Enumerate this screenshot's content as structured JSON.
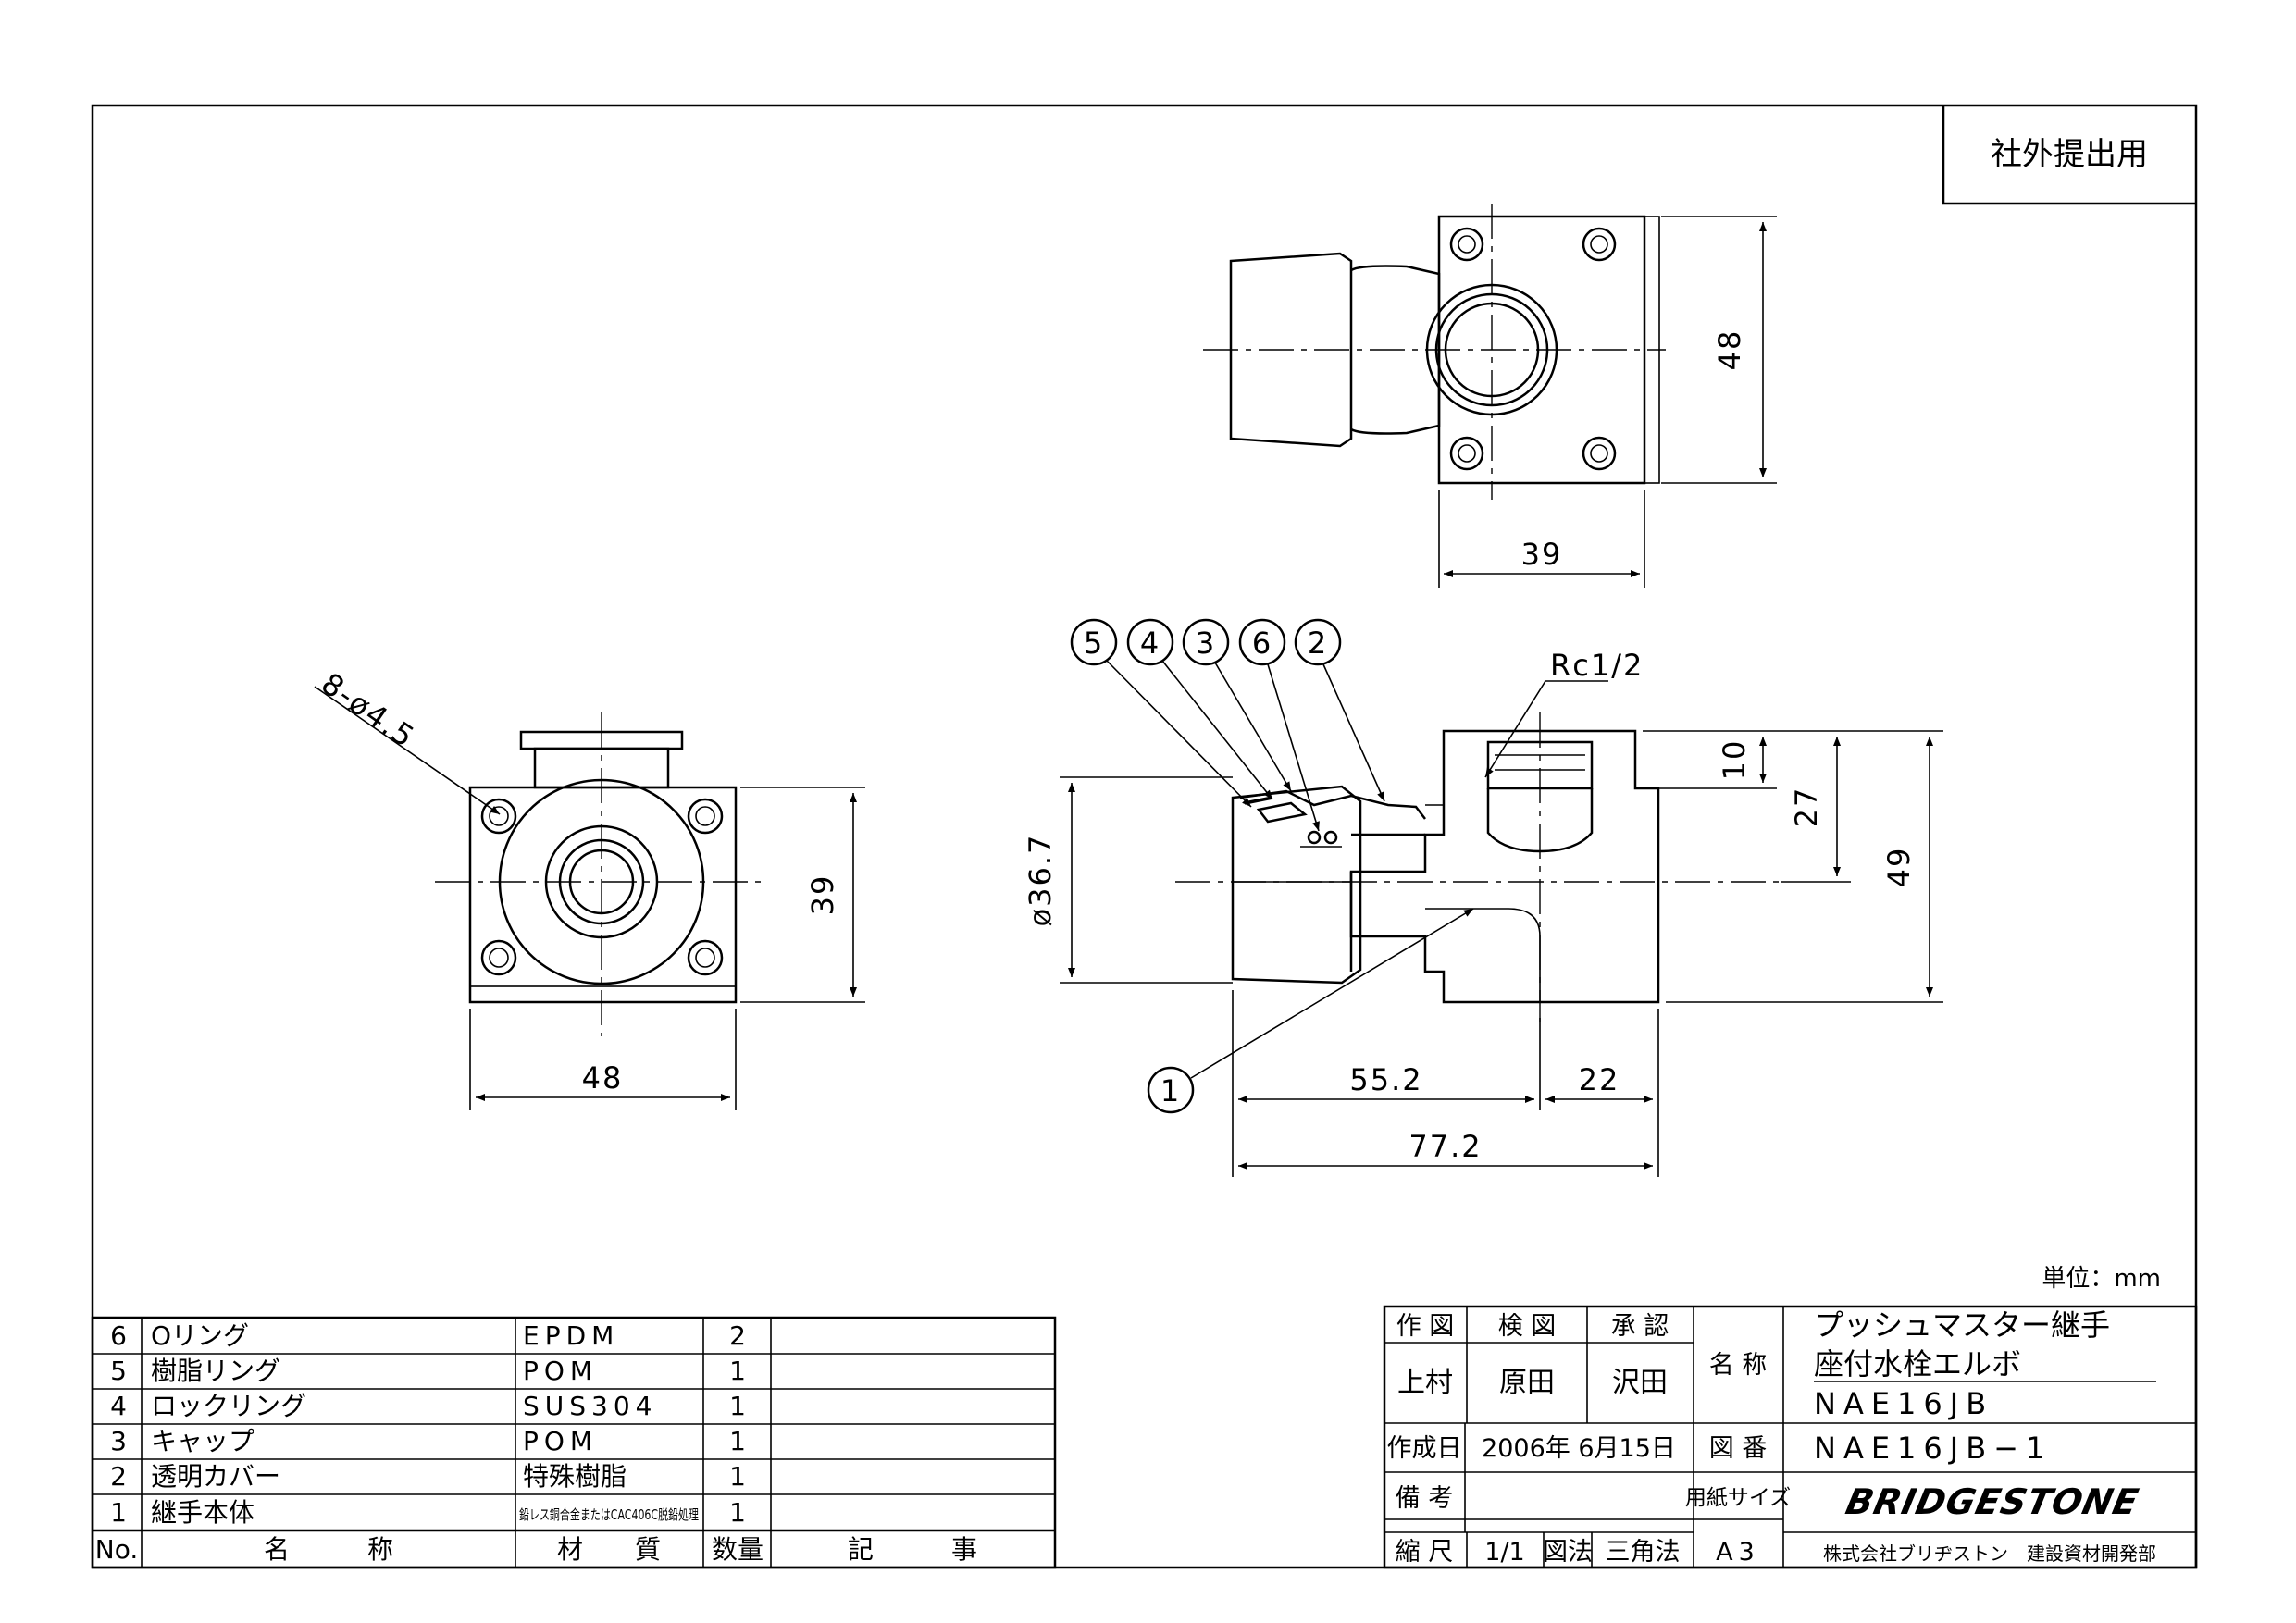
{
  "stamp": "社外提出用",
  "unit": "単位：mm",
  "views": {
    "top": {
      "dim_height": "48",
      "dim_width": "39"
    },
    "front": {
      "holes": "8-ø4.5",
      "dim_height": "39",
      "dim_width": "48"
    },
    "section": {
      "balloons": [
        "5",
        "4",
        "3",
        "6",
        "2",
        "1"
      ],
      "thread": "Rc1/2",
      "dim_diameter": "ø36.7",
      "dim_depth": "10",
      "dim_27": "27",
      "dim_49": "49",
      "dim_55": "55.2",
      "dim_22": "22",
      "dim_77": "77.2"
    }
  },
  "parts": {
    "rows": [
      {
        "no": "6",
        "name": "Oリング",
        "material": "EPDM",
        "qty": "2",
        "note": ""
      },
      {
        "no": "5",
        "name": "樹脂リング",
        "material": "POM",
        "qty": "1",
        "note": ""
      },
      {
        "no": "4",
        "name": "ロックリング",
        "material": "SUS304",
        "qty": "1",
        "note": ""
      },
      {
        "no": "3",
        "name": "キャップ",
        "material": "POM",
        "qty": "1",
        "note": ""
      },
      {
        "no": "2",
        "name": "透明カバー",
        "material": "特殊樹脂",
        "qty": "1",
        "note": ""
      },
      {
        "no": "1",
        "name": "継手本体",
        "material": "鉛レス銅合金またはCAC406C脱鉛処理",
        "qty": "1",
        "note": ""
      }
    ],
    "header": {
      "no": "No.",
      "name": "名　　　称",
      "material": "材　　質",
      "qty": "数量",
      "note": "記　　　事"
    }
  },
  "title_block": {
    "drawn_label": "作 図",
    "checked_label": "検 図",
    "approved_label": "承 認",
    "drawn": "上村",
    "checked": "原田",
    "approved": "沢田",
    "name_label": "名 称",
    "name_line1": "プッシュマスター継手",
    "name_line2": "座付水栓エルボ",
    "model": "NAE16JB",
    "date_label": "作成日",
    "date": "2006年 6月15日",
    "dwg_label": "図 番",
    "dwg_no": "NAE16JB−1",
    "remarks_label": "備 考",
    "paper_label": "用紙サイズ",
    "paper": "A3",
    "scale_label": "縮 尺",
    "scale": "1/1",
    "method_label": "図法",
    "method": "三角法",
    "brand": "BRIDGESTONE",
    "company": "株式会社ブリヂストン　建設資材開発部"
  }
}
